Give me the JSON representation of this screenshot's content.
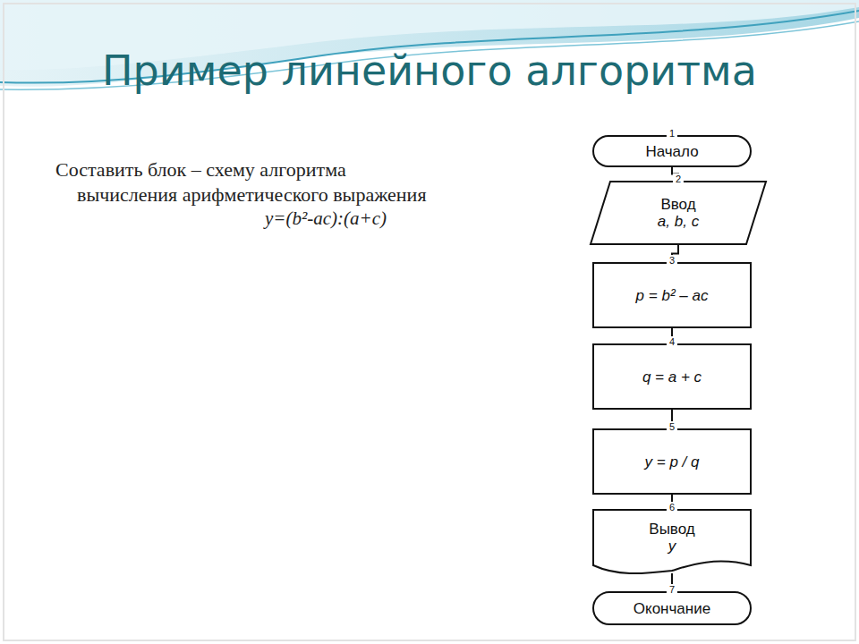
{
  "diagram": {
    "title": "Пример линейного алгоритма",
    "nodes": [
      {
        "text": [
          "1",
          "Начало"
        ]
      },
      {
        "text": [
          "2",
          "Ввод",
          "a, b, c"
        ]
      },
      {
        "text": [
          "3",
          "p = b² – ac"
        ]
      },
      {
        "text": [
          "4",
          "q = a + c"
        ]
      },
      {
        "text": [
          "5",
          "y = p / q"
        ]
      },
      {
        "text": [
          "6",
          "Вывод",
          "y"
        ]
      },
      {
        "text": [
          "7",
          "Окончание"
        ]
      }
    ],
    "edges": [
      {
        "from": 0,
        "to": 1,
        "arrow": "none"
      },
      {
        "from": 1,
        "to": 2,
        "arrow": "none"
      },
      {
        "from": 2,
        "to": 3,
        "arrow": "none"
      },
      {
        "from": 3,
        "to": 4,
        "arrow": "none"
      },
      {
        "from": 4,
        "to": 5,
        "arrow": "none"
      },
      {
        "from": 5,
        "to": 6,
        "arrow": "none"
      }
    ],
    "labels": [
      "Составить блок – схему алгоритма вычисления арифметического выражения",
      "y=(b²-ac):(a+c)"
    ]
  }
}
